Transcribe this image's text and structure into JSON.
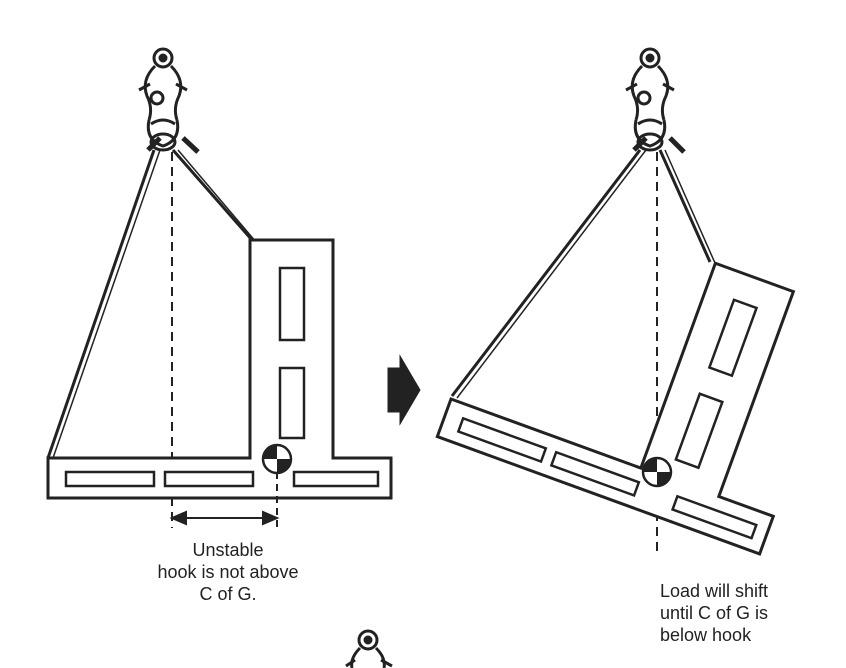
{
  "captions": {
    "left": [
      "Unstable",
      "hook is not above",
      "C of G."
    ],
    "right": [
      "Load will shift",
      "until C of G is",
      "below hook"
    ]
  },
  "colors": {
    "ink": "#222222",
    "paper": "#ffffff"
  },
  "icons": [
    "shackle-hook-icon",
    "center-of-gravity-icon",
    "arrow-right-icon"
  ]
}
